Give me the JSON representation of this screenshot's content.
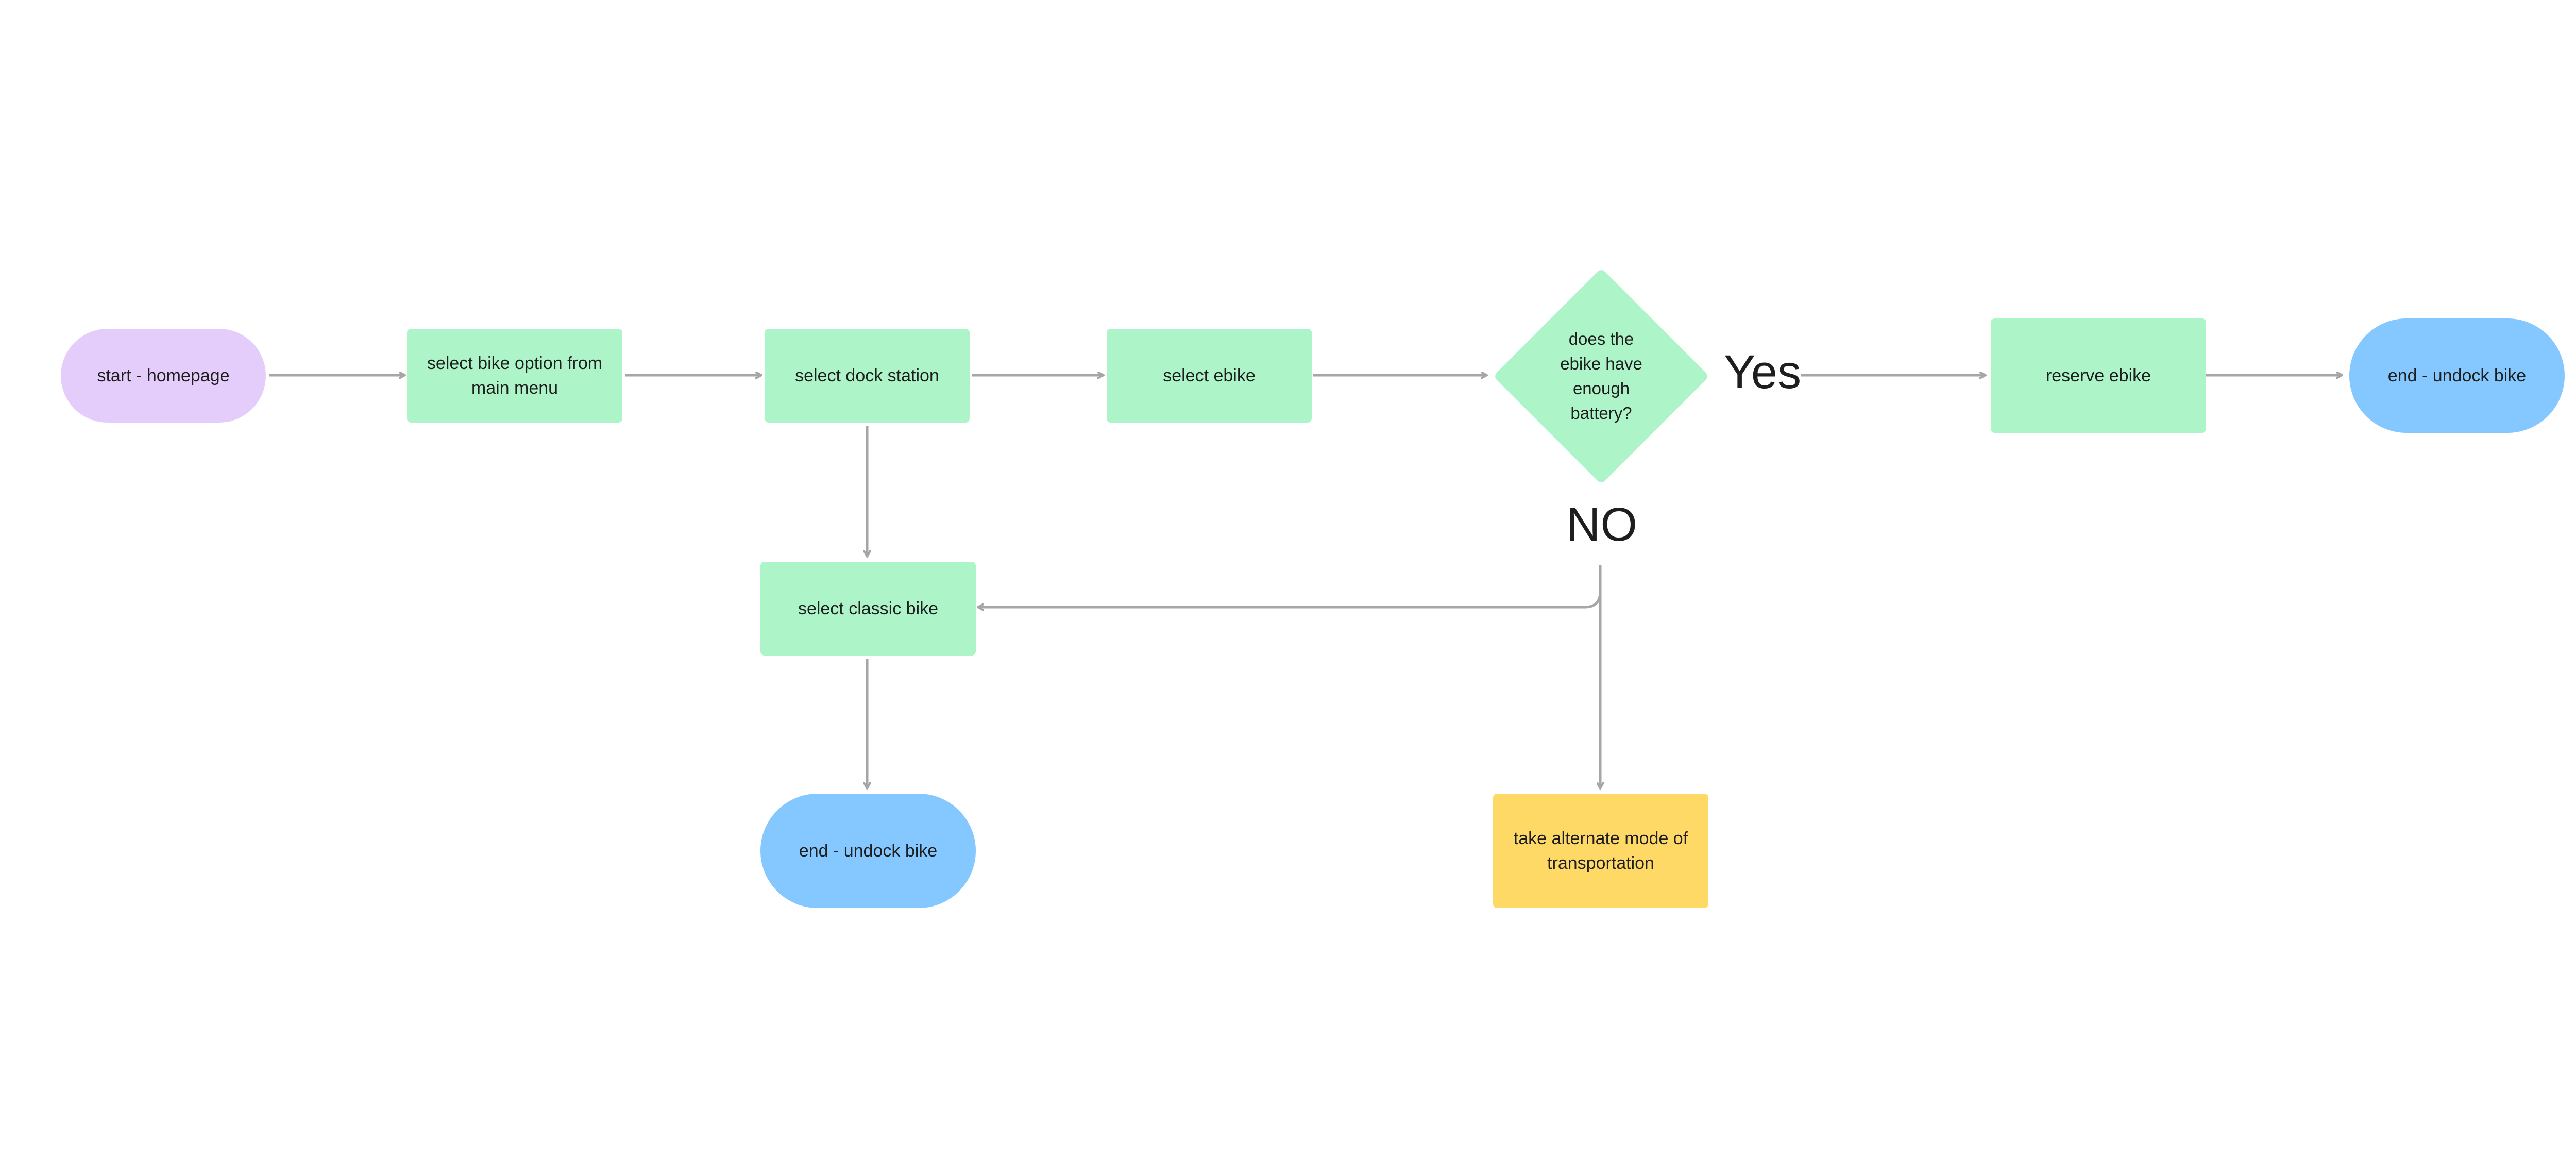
{
  "diagram": {
    "nodes": {
      "start": "start - homepage",
      "select_bike_option": "select bike option from main menu",
      "select_dock_station": "select dock station",
      "select_ebike": "select ebike",
      "decision": "does the ebike have enough battery?",
      "reserve_ebike": "reserve ebike",
      "end_undock_top": "end - undock bike",
      "select_classic_bike": "select classic bike",
      "end_undock_bottom": "end - undock bike",
      "alternate_transport": "take alternate mode of transportation"
    },
    "labels": {
      "yes": "Yes",
      "no": "NO"
    },
    "colors": {
      "process": "#adf5c8",
      "start": "#e4ccfb",
      "end": "#85c8ff",
      "alternate": "#ffd966",
      "connector": "#a6a6a6"
    }
  }
}
